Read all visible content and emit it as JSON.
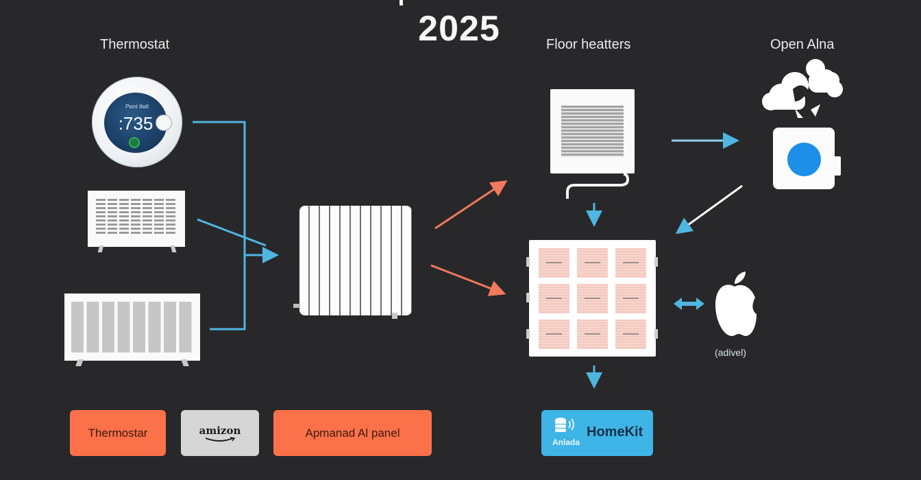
{
  "header": {
    "title_year": "2025"
  },
  "labels": {
    "thermostat": "Thermostat",
    "floor_heaters": "Floor heatters",
    "open_ai": "Open Alna"
  },
  "thermostat_device": {
    "screen_title": "Pwnt tlwtl",
    "temperature": ":735"
  },
  "apple_device": {
    "caption": "(adivel)"
  },
  "buttons": [
    {
      "label": "Thermostar",
      "color": "#fb7149"
    },
    {
      "label": "amizon",
      "color": "#d6d6d6"
    },
    {
      "label": "Apmanad Al panel",
      "color": "#fb7149"
    },
    {
      "label": "HomeKit",
      "sublabel": "Anlada",
      "color": "#3fb4e6"
    }
  ],
  "colors": {
    "background": "#28282a",
    "connector_blue": "#4fb6e2",
    "connector_orange": "#f27a5c",
    "ai_dot": "#1e8fe8"
  },
  "icons": {
    "thermostat": "thermostat-icon",
    "space_heater": "space-heater-icon",
    "panel_heater": "panel-heater-icon",
    "radiator": "radiator-icon",
    "floor_heater": "floor-heater-icon",
    "cloud": "cloud-storm-icon",
    "ai_device": "ai-device-icon",
    "heating_panel": "heating-panel-grid-icon",
    "apple": "apple-icon",
    "homekit": "homekit-database-icon"
  }
}
